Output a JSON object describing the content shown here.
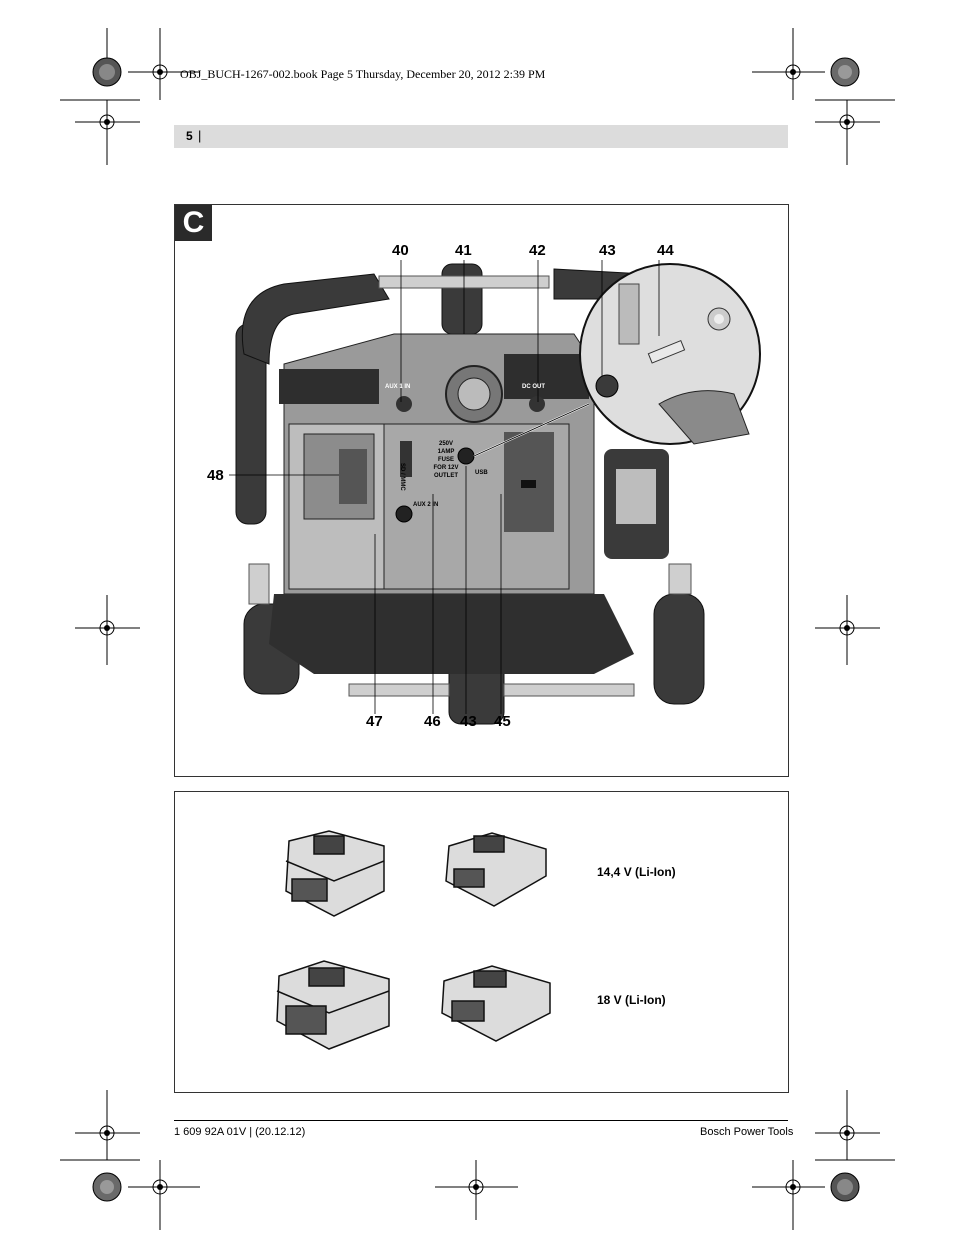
{
  "slug": "OBJ_BUCH-1267-002.book  Page 5  Thursday, December 20, 2012  2:39 PM",
  "header": {
    "page_number": "5",
    "separator": "|"
  },
  "figure_c": {
    "letter": "C",
    "callouts_top": [
      "40",
      "41",
      "42",
      "43",
      "44"
    ],
    "callouts_bottom": [
      "47",
      "46",
      "43",
      "45"
    ],
    "callout_left": "48",
    "panel_labels": {
      "aux_in": "AUX 2 IN",
      "sd_mmc": "SD / MMC",
      "fuse": [
        "250V",
        "1AMP",
        "FUSE",
        "FOR 12V",
        "OUTLET"
      ],
      "usb": "USB",
      "aux_top": "AUX 1 IN",
      "dc_out": "DC OUT"
    }
  },
  "batteries": {
    "label_14v": "14,4 V (Li-Ion)",
    "label_18v": "18 V (Li-Ion)"
  },
  "footer": {
    "left": "1 609 92A 01V | (20.12.12)",
    "right": "Bosch Power Tools"
  }
}
